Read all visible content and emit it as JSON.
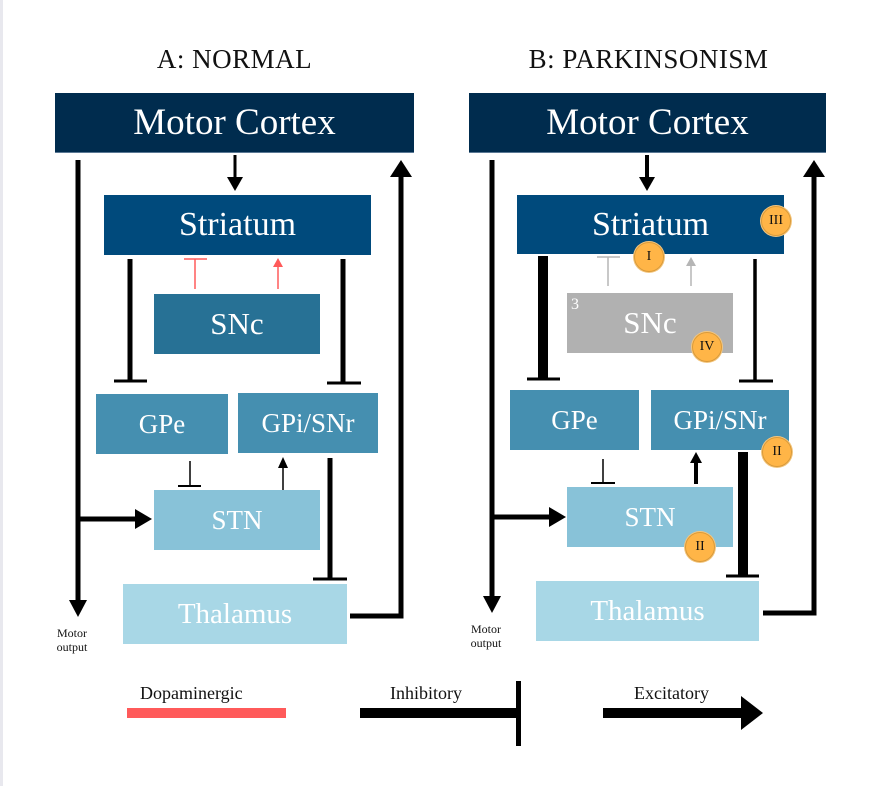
{
  "panel_a": {
    "title": "A: NORMAL",
    "nodes": {
      "motor_cortex": "Motor Cortex",
      "striatum": "Striatum",
      "snc": "SNc",
      "gpe": "GPe",
      "gpi_snr": "GPi/SNr",
      "stn": "STN",
      "thalamus": "Thalamus"
    },
    "motor_output": [
      "Motor",
      "output"
    ]
  },
  "panel_b": {
    "title": "B: PARKINSONISM",
    "nodes": {
      "motor_cortex": "Motor Cortex",
      "striatum": "Striatum",
      "snc": "SNc",
      "gpe": "GPe",
      "gpi_snr": "GPi/SNr",
      "stn": "STN",
      "thalamus": "Thalamus"
    },
    "snc_superscript": "3",
    "badges": {
      "striatum_right": "III",
      "striatum_bottom": "I",
      "snc": "IV",
      "gpi_snr": "II",
      "stn": "II"
    },
    "motor_output": [
      "Motor",
      "output"
    ]
  },
  "legend": {
    "dopaminergic": "Dopaminergic",
    "inhibitory": "Inhibitory",
    "excitatory": "Excitatory"
  },
  "colors": {
    "motor_cortex": "#002c4e",
    "striatum": "#004a7c",
    "snc_normal": "#277195",
    "snc_degenerated": "#b1b1b1",
    "gp": "#458fb0",
    "stn": "#88c2d8",
    "thalamus": "#a8d7e6",
    "dopaminergic": "#ff5a5a",
    "dopaminergic_faded": "#b5b5b5",
    "badge": "#ffb547"
  }
}
